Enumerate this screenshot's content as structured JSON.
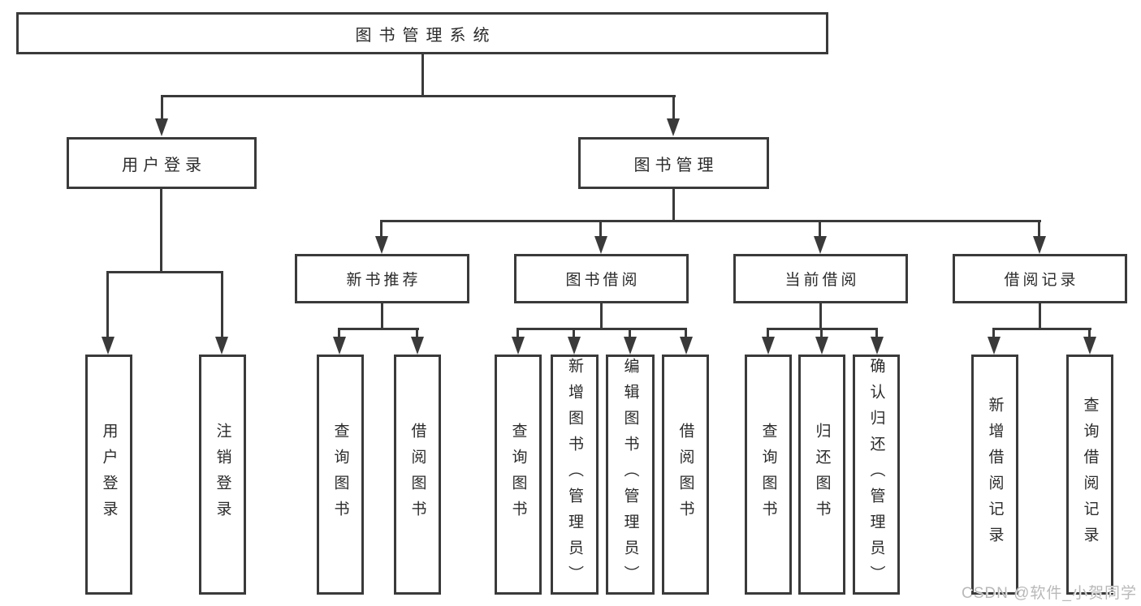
{
  "diagram": {
    "root": "图书管理系统",
    "level2": {
      "user_login": "用户登录",
      "book_management": "图书管理"
    },
    "level3": {
      "new_book_recommendation": "新书推荐",
      "book_borrowing": "图书借阅",
      "current_borrowing": "当前借阅",
      "borrowing_records": "借阅记录"
    },
    "groups": {
      "user_login_children": [
        "用户登录",
        "注销登录"
      ],
      "new_book_children": [
        "查询图书",
        "借阅图书"
      ],
      "book_borrowing_children": [
        "查询图书",
        "新增图书（管理员）",
        "编辑图书（管理员）",
        "借阅图书"
      ],
      "current_borrowing_children": [
        "查询图书",
        "归还图书",
        "确认归还（管理员）"
      ],
      "borrowing_records_children": [
        "新增借阅记录",
        "查询借阅记录"
      ]
    }
  },
  "watermark": "CSDN @软件_小贺同学",
  "colors": {
    "line": "#3a3a3a",
    "text": "#2b2b2b",
    "watermark": "#b9b9b9",
    "background": "#ffffff"
  }
}
